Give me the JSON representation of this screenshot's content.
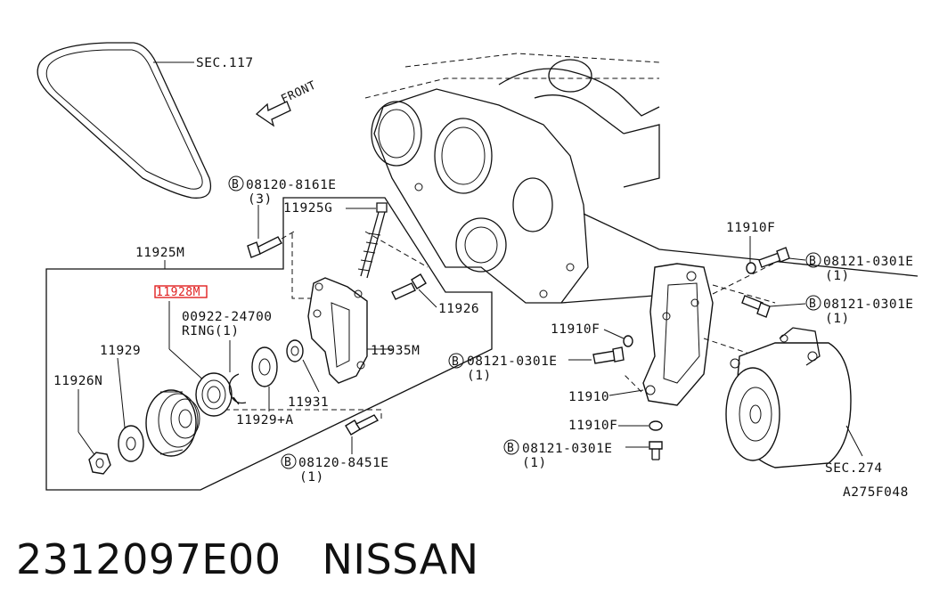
{
  "belt": {
    "ref": "SEC.117"
  },
  "front_arrow": {
    "label": "FRONT"
  },
  "bolt_symbol": "B",
  "callouts": {
    "p11925M": "11925M",
    "p11928M": "11928M",
    "p00922": "00922-24700",
    "ring": "RING(1)",
    "p11929": "11929",
    "p11926N": "11926N",
    "p11929A": "11929+A",
    "p11931": "11931",
    "p11925G": "11925G",
    "p11926": "11926",
    "p11935M": "11935M",
    "p11910F_a": "11910F",
    "p11910F_b": "11910F",
    "p11910F_c": "11910F",
    "p11910": "11910",
    "sec274": "SEC.274",
    "diagram_code": "A275F048"
  },
  "bolts": {
    "b1": {
      "code": "08120-8161E",
      "qty": "(3)"
    },
    "b2": {
      "code": "08121-0301E",
      "qty": "(1)"
    },
    "b3": {
      "code": "08121-0301E",
      "qty": "(1)"
    },
    "b4": {
      "code": "08121-0301E",
      "qty": "(1)"
    },
    "b5": {
      "code": "08121-0301E",
      "qty": "(1)"
    },
    "b6": {
      "code": "08120-8451E",
      "qty": "(1)"
    }
  },
  "highlight_color": "#e02020",
  "footer": {
    "part_number": "2312097E00",
    "brand": "NISSAN"
  }
}
